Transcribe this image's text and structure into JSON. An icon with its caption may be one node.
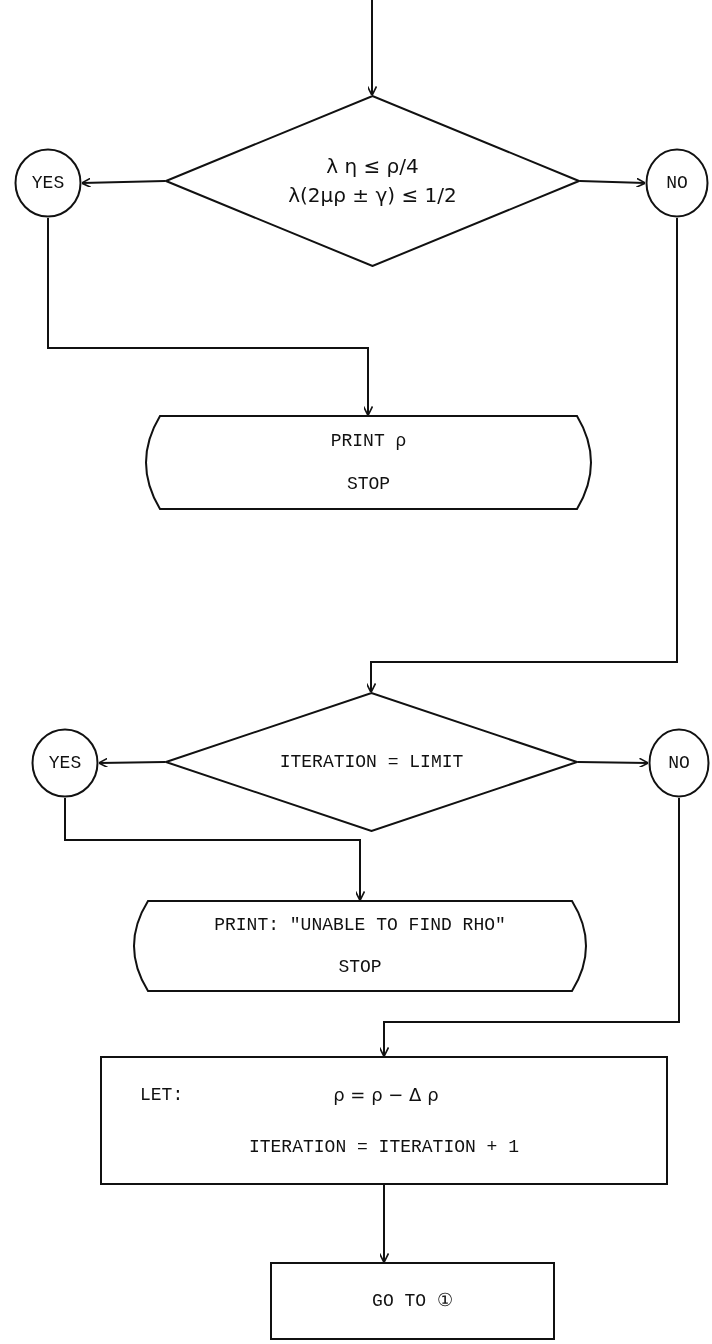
{
  "diagram": {
    "nodes": [
      {
        "text": [
          "λ η ≤ ρ/4",
          "λ(2μρ ± γ) ≤ 1/2"
        ]
      },
      {
        "text": [
          "YES"
        ]
      },
      {
        "text": [
          "NO"
        ]
      },
      {
        "text": [
          "PRINT ρ",
          "STOP"
        ]
      },
      {
        "text": [
          "ITERATION = LIMIT"
        ]
      },
      {
        "text": [
          "YES"
        ]
      },
      {
        "text": [
          "NO"
        ]
      },
      {
        "text": [
          "PRINT: \"UNABLE TO FIND RHO\"",
          "STOP"
        ]
      },
      {
        "text": [
          "LET:",
          "ρ = ρ − Δ ρ",
          "ITERATION = ITERATION + 1"
        ]
      },
      {
        "text": [
          "GO TO ①"
        ]
      }
    ],
    "edges": [
      {
        "from": null,
        "to": 0,
        "arrow": "to"
      },
      {
        "from": 0,
        "to": 1,
        "arrow": "to"
      },
      {
        "from": 0,
        "to": 2,
        "arrow": "to"
      },
      {
        "from": 1,
        "to": 3,
        "arrow": "to"
      },
      {
        "from": 2,
        "to": 4,
        "arrow": "to"
      },
      {
        "from": 4,
        "to": 5,
        "arrow": "to"
      },
      {
        "from": 4,
        "to": 6,
        "arrow": "to"
      },
      {
        "from": 5,
        "to": 7,
        "arrow": "to"
      },
      {
        "from": 6,
        "to": 8,
        "arrow": "to"
      },
      {
        "from": 8,
        "to": 9,
        "arrow": "to"
      }
    ]
  }
}
